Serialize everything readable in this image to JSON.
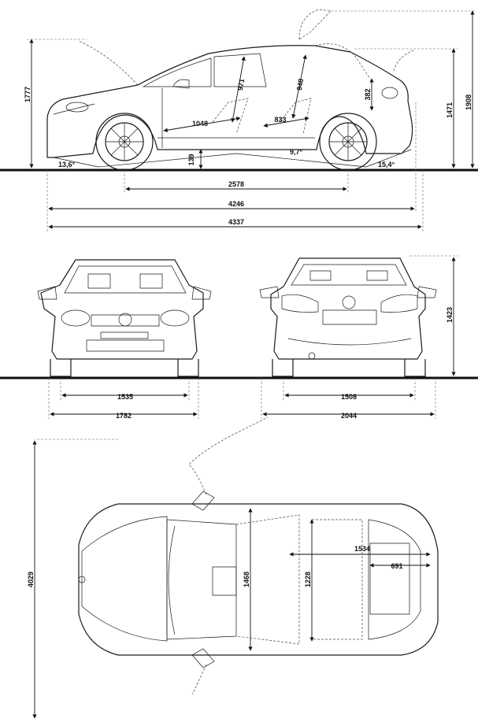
{
  "side_view": {
    "height_open": "1777",
    "height_closed": "1471",
    "height_roof_up": "1908",
    "headroom_front": "971",
    "headroom_rear": "948",
    "legroom_front": "1048",
    "legroom_rear": "833",
    "boot_height": "382",
    "approach_angle": "13,6°",
    "ramp_angle": "9,7°",
    "departure_angle": "15,4°",
    "ground_clearance": "139",
    "wheelbase": "2578",
    "length_body": "4246",
    "length_overall": "4337"
  },
  "front_view": {
    "track_front": "1535",
    "width_body": "1782"
  },
  "rear_view": {
    "track_rear": "1508",
    "width_mirrors": "2044",
    "height": "1423"
  },
  "top_view": {
    "length": "4029",
    "width_front_interior": "1468",
    "width_rear_interior": "1228",
    "boot_length": "1534",
    "boot_depth": "691"
  }
}
